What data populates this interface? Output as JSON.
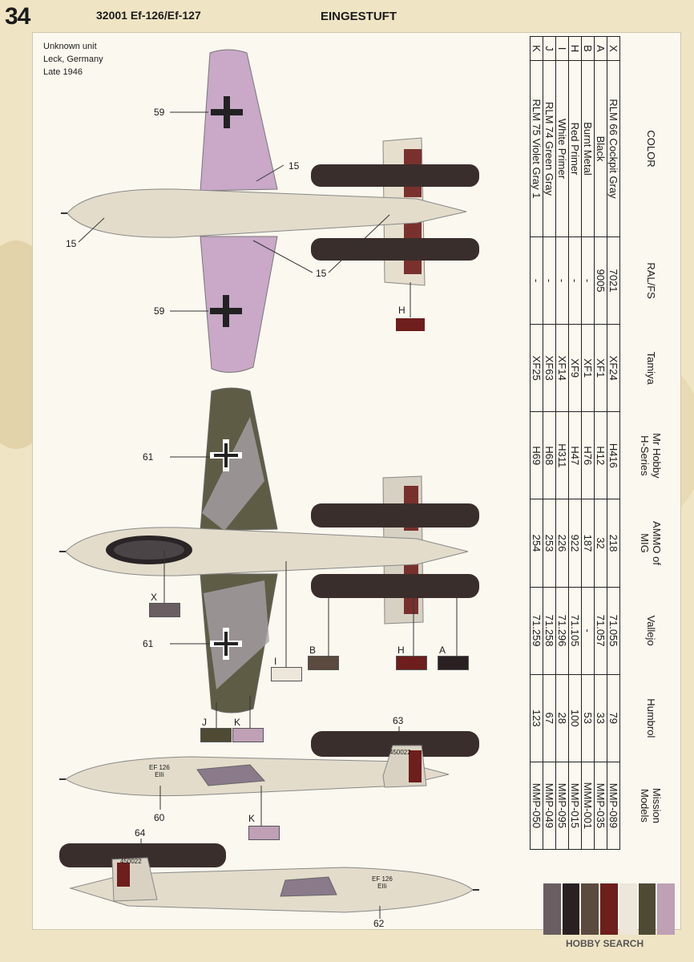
{
  "header": {
    "page_number": "34",
    "kit_title": "32001 Ef-126/Ef-127",
    "section_title": "EINGESTUFT"
  },
  "unit_info": {
    "line1": "Unknown unit",
    "line2": "Leck, Germany",
    "line3": "Late 1946"
  },
  "callouts": {
    "c59_top": "59",
    "c15_wing": "15",
    "c15_nose": "15",
    "c15_lower": "15",
    "c59_bottom": "59",
    "c61_top": "61",
    "c61_bottom": "61",
    "c63": "63",
    "c60": "60",
    "c64": "64",
    "c62": "62"
  },
  "legend_labels": {
    "H_top": "H",
    "X": "X",
    "B": "B",
    "H": "H",
    "A": "A",
    "I": "I",
    "J": "J",
    "K": "K",
    "K_side": "K"
  },
  "markings": {
    "serial_side": "450022",
    "serial_left": "450022",
    "nose_code_line1": "EF 126",
    "nose_code_line2": "EIIi",
    "nose_code_left_line1": "EF 126",
    "nose_code_left_line2": "EIIi"
  },
  "table": {
    "headers": {
      "key": "",
      "color": "COLOR",
      "ralfs": "RAL/FS",
      "tamiya": "Tamiya",
      "mrhobby_line1": "Mr Hobby",
      "mrhobby_line2": "H-Series",
      "ammo_line1": "AMMO of",
      "ammo_line2": "MIG",
      "vallejo": "Vallejo",
      "humbrol": "Humbrol",
      "mission_line1": "Mission",
      "mission_line2": "Models"
    },
    "rows": [
      {
        "key": "X",
        "color": "RLM 66 Cockpit Gray",
        "ralfs": "7021",
        "tamiya": "XF24",
        "mrhobby": "H416",
        "ammo": "218",
        "vallejo": "71.055",
        "humbrol": "79",
        "mission": "MMP-089"
      },
      {
        "key": "A",
        "color": "Black",
        "ralfs": "9005",
        "tamiya": "XF1",
        "mrhobby": "H12",
        "ammo": "32",
        "vallejo": "71.057",
        "humbrol": "33",
        "mission": "MMP-035"
      },
      {
        "key": "B",
        "color": "Burnt Metal",
        "ralfs": "-",
        "tamiya": "XF1",
        "mrhobby": "H76",
        "ammo": "187",
        "vallejo": "-",
        "humbrol": "53",
        "mission": "MMM-001"
      },
      {
        "key": "H",
        "color": "Red Primer",
        "ralfs": "-",
        "tamiya": "XF9",
        "mrhobby": "H47",
        "ammo": "922",
        "vallejo": "71.105",
        "humbrol": "100",
        "mission": "MMP-015"
      },
      {
        "key": "I",
        "color": "White Primer",
        "ralfs": "-",
        "tamiya": "XF14",
        "mrhobby": "H311",
        "ammo": "226",
        "vallejo": "71.296",
        "humbrol": "28",
        "mission": "MMP-095"
      },
      {
        "key": "J",
        "color": "RLM 74 Green Gray",
        "ralfs": "-",
        "tamiya": "XF63",
        "mrhobby": "H68",
        "ammo": "253",
        "vallejo": "71.258",
        "humbrol": "67",
        "mission": "MMP-049"
      },
      {
        "key": "K",
        "color": "RLM 75 Violet Gray 1",
        "ralfs": "-",
        "tamiya": "XF25",
        "mrhobby": "H69",
        "ammo": "254",
        "vallejo": "71.259",
        "humbrol": "123",
        "mission": "MMP-050"
      }
    ]
  },
  "colors": {
    "X": "#6a5e62",
    "A": "#2a2022",
    "B": "#5b4a3e",
    "H": "#6e1e1c",
    "I": "#ede6da",
    "J": "#4e4a34",
    "K": "#bfa0b5",
    "fuselage": "#e3dccb",
    "wing_violet": "#c9a8c8",
    "wing_green": "#6d6a4f",
    "engine": "#3a2e2c"
  },
  "chips": [
    "#6a5e62",
    "#2a2022",
    "#5b4a3e",
    "#6e1e1c",
    "#ede6da",
    "#4e4a34",
    "#bfa0b5"
  ],
  "watermark": "HOBBY SEARCH"
}
